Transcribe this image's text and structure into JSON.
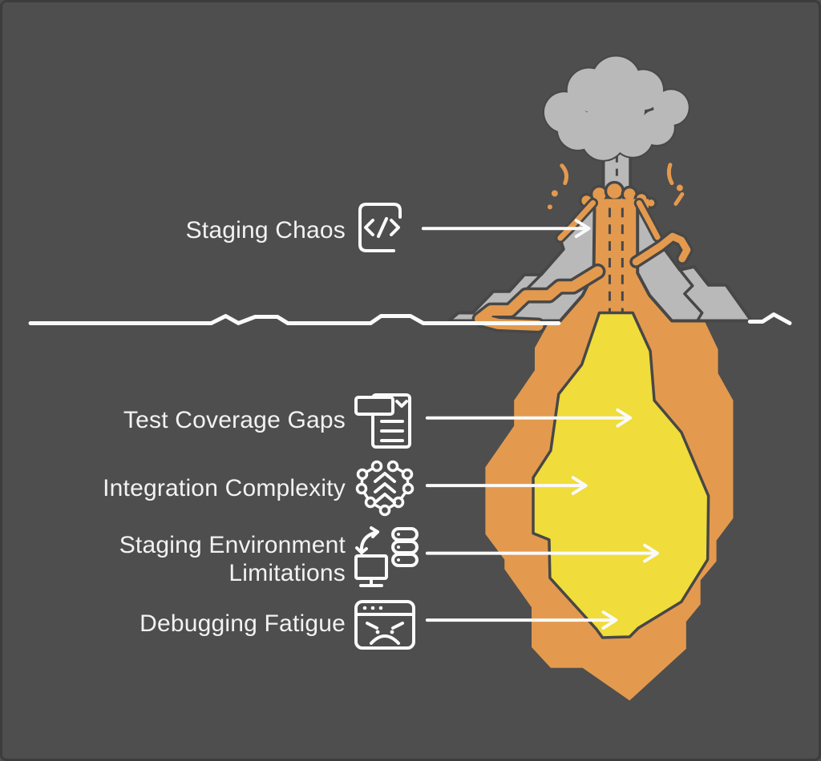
{
  "diagram": {
    "type": "volcano-cross-section-infographic",
    "elements": [
      "ash-cloud",
      "smoke-plume",
      "volcano-cone",
      "lava-flows",
      "magma-chamber",
      "magma-core",
      "ground-line",
      "connector-arrows"
    ]
  },
  "labels": {
    "staging_chaos": "Staging Chaos",
    "test_coverage_gaps": "Test Coverage Gaps",
    "integration_complexity": "Integration Complexity",
    "staging_environment_limitations": "Staging Environment Limitations",
    "debugging_fatigue": "Debugging Fatigue"
  },
  "icons": {
    "staging_chaos": "code-icon",
    "test_coverage_gaps": "document-check-icon",
    "integration_complexity": "network-nodes-icon",
    "staging_environment_limitations": "monitor-server-sync-icon",
    "debugging_fatigue": "browser-angry-face-icon"
  },
  "colors": {
    "bg": "#4e4e4e",
    "border": "#3c3c3c",
    "smoke": "#b9b9b9",
    "rock": "#b9b9b9",
    "outline": "#474747",
    "lava": "#e39a4e",
    "magma": "#f0dc3a",
    "line": "#fafafa",
    "text": "#f2f2f2"
  }
}
